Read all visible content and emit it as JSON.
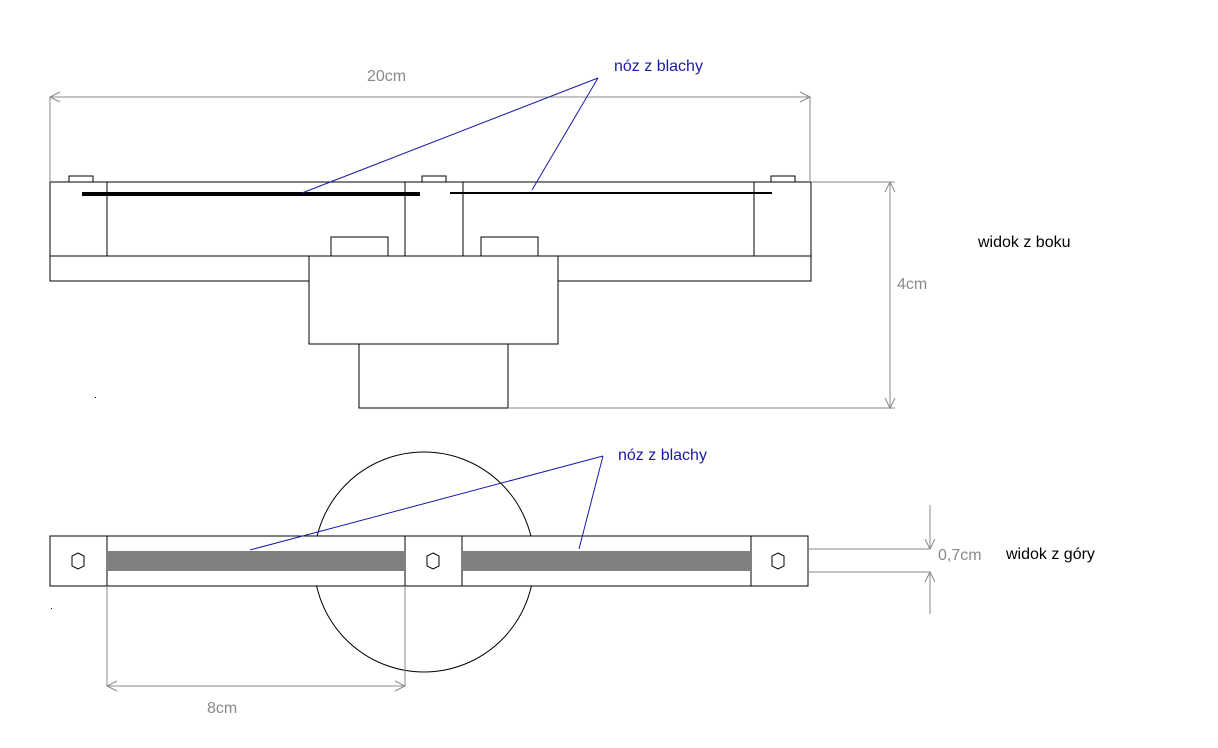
{
  "labels": {
    "knife_top": "nóz z blachy",
    "knife_bottom": "nóz z blachy",
    "width_dim": "20cm",
    "height_dim": "4cm",
    "thickness_dim": "0,7cm",
    "segment_dim": "8cm",
    "side_view": "widok z boku",
    "top_view": "widok z góry"
  },
  "colors": {
    "outline": "#000000",
    "dimension": "#8a8a8a",
    "annotation": "#1a1aa8",
    "blade_fill": "#808080"
  }
}
